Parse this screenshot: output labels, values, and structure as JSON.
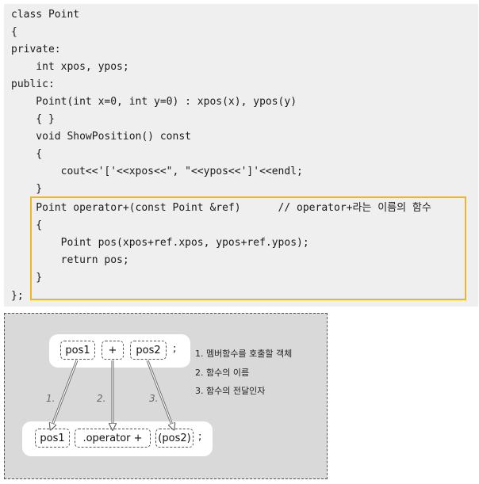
{
  "code": [
    "class Point",
    "{",
    "private:",
    "    int xpos, ypos;",
    "public:",
    "    Point(int x=0, int y=0) : xpos(x), ypos(y)",
    "    { }",
    "    void ShowPosition() const",
    "    {",
    "        cout<<'['<<xpos<<\", \"<<ypos<<']'<<endl;",
    "    }",
    "    Point operator+(const Point &ref)      // operator+라는 이름의 함수",
    "    {",
    "        Point pos(xpos+ref.xpos, ypos+ref.ypos);",
    "        return pos;",
    "    }",
    "};"
  ],
  "diagram": {
    "top_boxes": [
      "pos1",
      "+",
      "pos2"
    ],
    "top_semicolon": ";",
    "bottom_boxes": [
      "pos1",
      ".operator +",
      "(pos2)"
    ],
    "bottom_semicolon": ";",
    "step_labels": [
      "1.",
      "2.",
      "3."
    ],
    "legend": [
      "1. 멤버함수를 호출할 객체",
      "2. 함수의 이름",
      "3. 함수의 전달인자"
    ]
  }
}
